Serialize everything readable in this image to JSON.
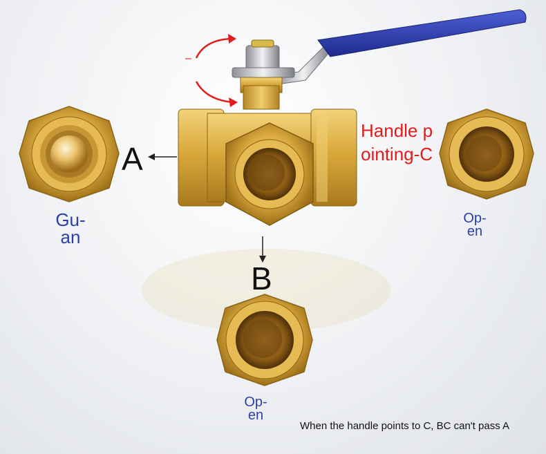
{
  "ports": {
    "a": {
      "letter": "A",
      "status_line1": "Gu-",
      "status_line2": "an"
    },
    "b": {
      "letter": "B",
      "status_line1": "Op-",
      "status_line2": "en"
    },
    "c": {
      "status_line1": "Op-",
      "status_line2": "en"
    }
  },
  "handle_note": {
    "line1": "Handle p",
    "line2": "ointing-C"
  },
  "rotation_mark": "–",
  "caption": "When the handle points to C, BC can't pass A",
  "colors": {
    "brass": "#d9a93c",
    "handle_blue": "#2b3bb0",
    "red_text": "#e41b1b",
    "blue_text": "#2c3fa8"
  }
}
